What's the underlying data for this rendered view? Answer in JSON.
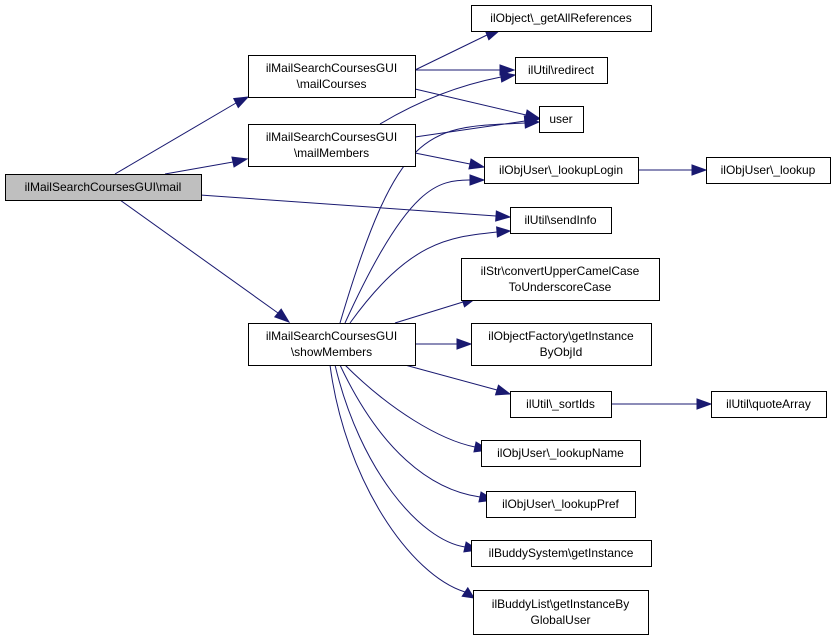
{
  "nodes": {
    "mail": [
      "ilMailSearchCoursesGUI\\mail"
    ],
    "mailCourses": [
      "ilMailSearchCoursesGUI",
      "\\mailCourses"
    ],
    "mailMembers": [
      "ilMailSearchCoursesGUI",
      "\\mailMembers"
    ],
    "showMembers": [
      "ilMailSearchCoursesGUI",
      "\\showMembers"
    ],
    "getAllReferences": [
      "ilObject\\_getAllReferences"
    ],
    "redirect": [
      "ilUtil\\redirect"
    ],
    "user": [
      "user"
    ],
    "lookupLogin": [
      "ilObjUser\\_lookupLogin"
    ],
    "lookup": [
      "ilObjUser\\_lookup"
    ],
    "sendInfo": [
      "ilUtil\\sendInfo"
    ],
    "convertUpperCamelCase": [
      "ilStr\\convertUpperCamelCase",
      "ToUnderscoreCase"
    ],
    "getInstanceByObjId": [
      "ilObjectFactory\\getInstance",
      "ByObjId"
    ],
    "sortIds": [
      "ilUtil\\_sortIds"
    ],
    "quoteArray": [
      "ilUtil\\quoteArray"
    ],
    "lookupName": [
      "ilObjUser\\_lookupName"
    ],
    "lookupPref": [
      "ilObjUser\\_lookupPref"
    ],
    "buddySystemGetInstance": [
      "ilBuddySystem\\getInstance"
    ],
    "buddyListGetInstance": [
      "ilBuddyList\\getInstanceBy",
      "GlobalUser"
    ]
  },
  "edges": [
    [
      "mail",
      "mailCourses"
    ],
    [
      "mail",
      "mailMembers"
    ],
    [
      "mail",
      "sendInfo"
    ],
    [
      "mail",
      "showMembers"
    ],
    [
      "mailCourses",
      "getAllReferences"
    ],
    [
      "mailCourses",
      "redirect"
    ],
    [
      "mailCourses",
      "user"
    ],
    [
      "mailMembers",
      "redirect"
    ],
    [
      "mailMembers",
      "user"
    ],
    [
      "mailMembers",
      "lookupLogin"
    ],
    [
      "lookupLogin",
      "lookup"
    ],
    [
      "showMembers",
      "user"
    ],
    [
      "showMembers",
      "lookupLogin"
    ],
    [
      "showMembers",
      "sendInfo"
    ],
    [
      "showMembers",
      "convertUpperCamelCase"
    ],
    [
      "showMembers",
      "getInstanceByObjId"
    ],
    [
      "showMembers",
      "sortIds"
    ],
    [
      "showMembers",
      "lookupName"
    ],
    [
      "showMembers",
      "lookupPref"
    ],
    [
      "showMembers",
      "buddySystemGetInstance"
    ],
    [
      "showMembers",
      "buddyListGetInstance"
    ],
    [
      "sortIds",
      "quoteArray"
    ]
  ],
  "colors": {
    "edge": "#191970",
    "node_border": "#000000",
    "node_fill": "#ffffff",
    "root_fill": "#bfbfbf"
  }
}
